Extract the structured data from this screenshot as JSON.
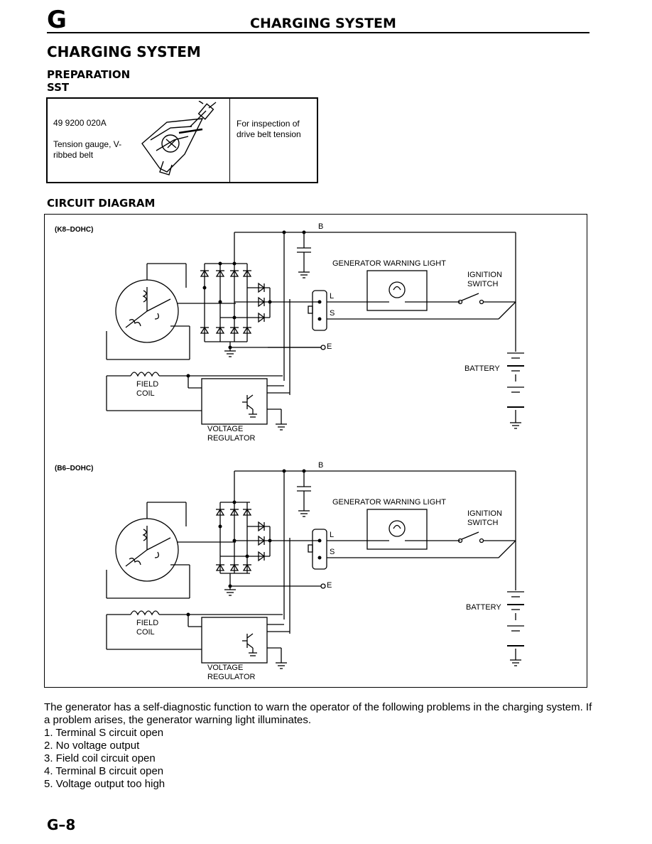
{
  "header": {
    "section_letter": "G",
    "title": "CHARGING SYSTEM"
  },
  "page_title": "CHARGING SYSTEM",
  "preparation": {
    "heading": "PREPARATION",
    "subheading": "SST",
    "tool": {
      "number": "49 9200 020A",
      "name": "Tension gauge, V-ribbed belt",
      "purpose": "For inspection of drive belt tension"
    }
  },
  "circuit": {
    "heading": "CIRCUIT DIAGRAM",
    "diagrams": [
      {
        "engine": "(K8–DOHC)",
        "labels": {
          "terminal_b": "B",
          "terminal_l": "L",
          "terminal_s": "S",
          "terminal_e": "E",
          "warning_light": "GENERATOR WARNING LIGHT",
          "ignition_1": "IGNITION",
          "ignition_2": "SWITCH",
          "battery": "BATTERY",
          "field_1": "FIELD",
          "field_2": "COIL",
          "regulator_1": "VOLTAGE",
          "regulator_2": "REGULATOR"
        }
      },
      {
        "engine": "(B6–DOHC)",
        "labels": {
          "terminal_b": "B",
          "terminal_l": "L",
          "terminal_s": "S",
          "terminal_e": "E",
          "warning_light": "GENERATOR WARNING LIGHT",
          "ignition_1": "IGNITION",
          "ignition_2": "SWITCH",
          "battery": "BATTERY",
          "field_1": "FIELD",
          "field_2": "COIL",
          "regulator_1": "VOLTAGE",
          "regulator_2": "REGULATOR"
        }
      }
    ]
  },
  "description": {
    "intro": "The generator has a self-diagnostic function to warn the operator of the following problems in the charging system. If a problem arises, the generator warning light illuminates.",
    "items": [
      "1. Terminal S circuit open",
      "2. No voltage output",
      "3. Field coil circuit open",
      "4. Terminal B circuit open",
      "5. Voltage output too high"
    ]
  },
  "footer": {
    "page_number": "G–8"
  }
}
